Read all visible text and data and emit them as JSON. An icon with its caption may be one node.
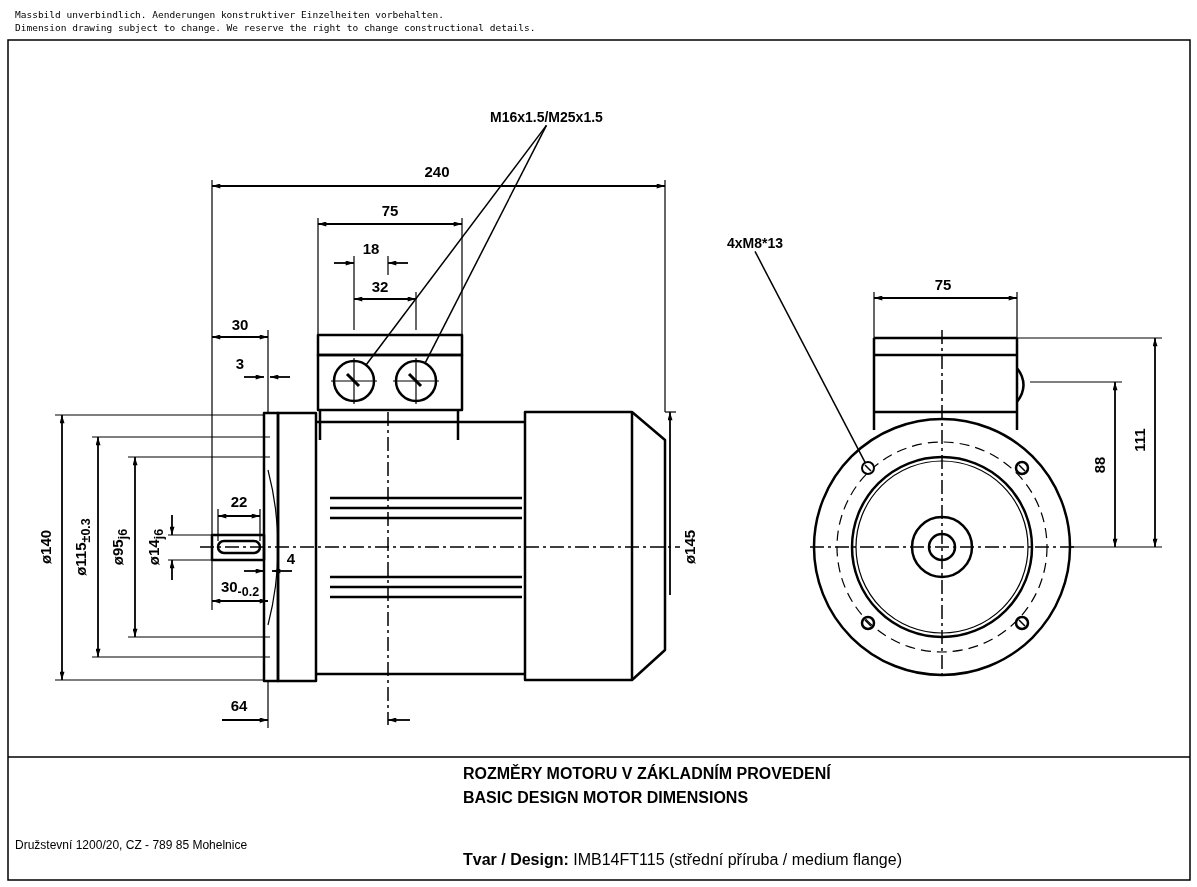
{
  "diagram": {
    "nodes": [
      {
        "text": [
          "M16x1.5/M25x1.5"
        ]
      },
      {
        "text": [],
        "shape": "circle"
      },
      {
        "text": [],
        "shape": "circle"
      },
      {
        "text": [
          "4xM8*13"
        ]
      },
      {
        "text": [],
        "shape": "circle"
      }
    ],
    "edges": [
      {
        "from": 0,
        "to": 1,
        "arrow": "none"
      },
      {
        "from": 0,
        "to": 2,
        "arrow": "none"
      },
      {
        "from": 3,
        "to": 4,
        "arrow": "none"
      }
    ],
    "labels": [
      "Massbild unverbindlich. Aenderungen konstruktiver Einzelheiten vorbehalten.",
      "Dimension drawing subject to change. We reserve the right to change constructional details.",
      "240",
      "75",
      "18",
      "32",
      "30",
      "3",
      "75",
      "ø140",
      "ø115$_{±0.3}$",
      "ø95$_{j6}$",
      "ø14$_{j6}$",
      "22",
      "4",
      "30$_{-0.2}$",
      "ø145",
      "88",
      "111",
      "64",
      "ROZMĚRY MOTORU V ZÁKLADNÍM PROVEDENÍ",
      "BASIC DESIGN MOTOR DIMENSIONS",
      "Družstevní 1200/20, CZ - 789 85 Mohelnice",
      "**Tvar / Design:** IMB14FT115 (střední příruba / medium flange)"
    ]
  }
}
